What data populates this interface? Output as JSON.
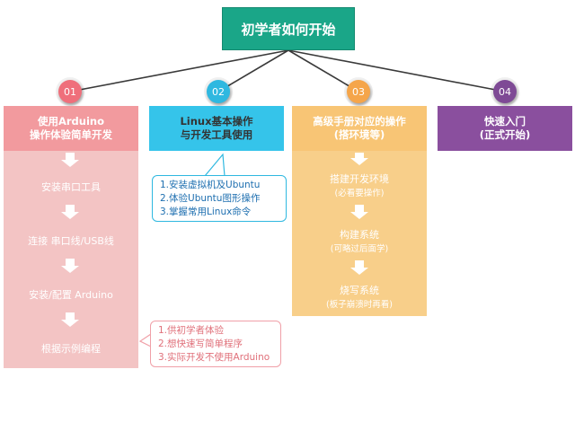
{
  "root": {
    "label": "初学者如何开始"
  },
  "columns": [
    {
      "num": "01",
      "title": [
        "使用Arduino",
        "操作体验简单开发"
      ],
      "steps": [
        {
          "title": "安装串口工具"
        },
        {
          "title": "连接 串口线/USB线"
        },
        {
          "title": "安装/配置 Arduino"
        },
        {
          "title": "根据示例编程"
        }
      ],
      "colors": {
        "circle": "#ef6f7b",
        "head": "#f29a9e",
        "steps": "#f3c4c4",
        "arrow": "#ffffff"
      }
    },
    {
      "num": "02",
      "title": [
        "Linux基本操作",
        "与开发工具使用"
      ],
      "colors": {
        "circle": "#2fb8e0",
        "head": "#35c4ea"
      }
    },
    {
      "num": "03",
      "title": [
        "高级手册对应的操作",
        "(搭环境等)"
      ],
      "steps": [
        {
          "title": "搭建开发环境",
          "sub": "(必看要操作)"
        },
        {
          "title": "构建系统",
          "sub": "(可略过后面学)"
        },
        {
          "title": "烧写系统",
          "sub": "(板子崩溃时再看)"
        }
      ],
      "colors": {
        "circle": "#f5a54a",
        "head": "#f8c575",
        "steps": "#f8cf8a",
        "arrow": "#ffffff"
      }
    },
    {
      "num": "04",
      "title": [
        "快速入门",
        "(正式开始)"
      ],
      "colors": {
        "circle": "#7e4a95",
        "head": "#8a4f9e"
      }
    }
  ],
  "notes": {
    "linux": [
      "1.安装虚拟机及Ubuntu",
      "2.体验Ubuntu图形操作",
      "3.掌握常用Linux命令"
    ],
    "arduino": [
      "1.供初学者体验",
      "2.想快速写简单程序",
      "3.实际开发不使用Arduino"
    ]
  },
  "colors": {
    "root": "#1aa688",
    "line": "#3a3a3a",
    "note_linux_border": "#2fb8e0",
    "note_linux_text": "#1e6fb0",
    "note_arduino_border": "#f0a0a8",
    "note_arduino_text": "#e0707a"
  }
}
